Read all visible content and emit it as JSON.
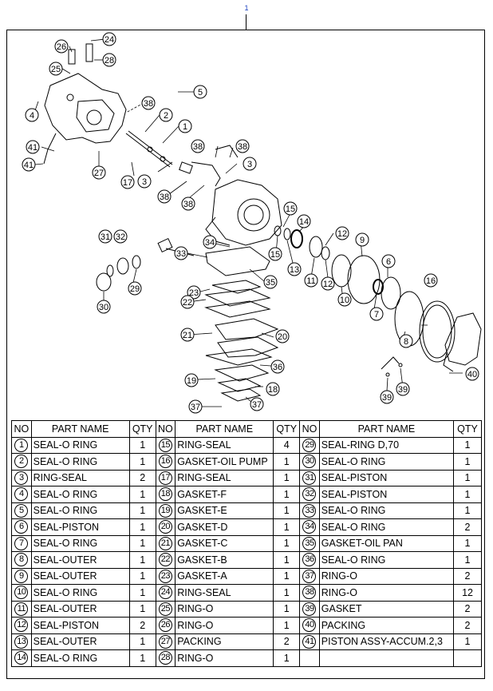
{
  "page_number": "1",
  "diagram": {
    "callouts": [
      "24",
      "26",
      "28",
      "25",
      "5",
      "4",
      "38",
      "2",
      "1",
      "41",
      "41",
      "27",
      "17",
      "3",
      "38",
      "38",
      "38",
      "3",
      "38",
      "15",
      "14",
      "12",
      "31",
      "32",
      "34",
      "33",
      "15",
      "13",
      "11",
      "12",
      "9",
      "6",
      "29",
      "35",
      "10",
      "7",
      "16",
      "30",
      "23",
      "22",
      "21",
      "20",
      "8",
      "36",
      "19",
      "18",
      "40",
      "39",
      "39",
      "37",
      "37"
    ]
  },
  "table": {
    "headers": {
      "no": "NO",
      "part_name": "PART NAME",
      "qty": "QTY"
    },
    "rows": [
      [
        {
          "no": "1",
          "name": "SEAL-O RING",
          "qty": "1"
        },
        {
          "no": "15",
          "name": "RING-SEAL",
          "qty": "4"
        },
        {
          "no": "29",
          "name": "SEAL-RING D,70",
          "qty": "1"
        }
      ],
      [
        {
          "no": "2",
          "name": "SEAL-O RING",
          "qty": "1"
        },
        {
          "no": "16",
          "name": "GASKET-OIL PUMP",
          "qty": "1"
        },
        {
          "no": "30",
          "name": "SEAL-O RING",
          "qty": "1"
        }
      ],
      [
        {
          "no": "3",
          "name": "RING-SEAL",
          "qty": "2"
        },
        {
          "no": "17",
          "name": "RING-SEAL",
          "qty": "1"
        },
        {
          "no": "31",
          "name": "SEAL-PISTON",
          "qty": "1"
        }
      ],
      [
        {
          "no": "4",
          "name": "SEAL-O RING",
          "qty": "1"
        },
        {
          "no": "18",
          "name": "GASKET-F",
          "qty": "1"
        },
        {
          "no": "32",
          "name": "SEAL-PISTON",
          "qty": "1"
        }
      ],
      [
        {
          "no": "5",
          "name": "SEAL-O RING",
          "qty": "1"
        },
        {
          "no": "19",
          "name": "GASKET-E",
          "qty": "1"
        },
        {
          "no": "33",
          "name": "SEAL-O RING",
          "qty": "1"
        }
      ],
      [
        {
          "no": "6",
          "name": "SEAL-PISTON",
          "qty": "1"
        },
        {
          "no": "20",
          "name": "GASKET-D",
          "qty": "1"
        },
        {
          "no": "34",
          "name": "SEAL-O RING",
          "qty": "2"
        }
      ],
      [
        {
          "no": "7",
          "name": "SEAL-O RING",
          "qty": "1"
        },
        {
          "no": "21",
          "name": "GASKET-C",
          "qty": "1"
        },
        {
          "no": "35",
          "name": "GASKET-OIL PAN",
          "qty": "1"
        }
      ],
      [
        {
          "no": "8",
          "name": "SEAL-OUTER",
          "qty": "1"
        },
        {
          "no": "22",
          "name": "GASKET-B",
          "qty": "1"
        },
        {
          "no": "36",
          "name": "SEAL-O RING",
          "qty": "1"
        }
      ],
      [
        {
          "no": "9",
          "name": "SEAL-OUTER",
          "qty": "1"
        },
        {
          "no": "23",
          "name": "GASKET-A",
          "qty": "1"
        },
        {
          "no": "37",
          "name": "RING-O",
          "qty": "2"
        }
      ],
      [
        {
          "no": "10",
          "name": "SEAL-O RING",
          "qty": "1"
        },
        {
          "no": "24",
          "name": "RING-SEAL",
          "qty": "1"
        },
        {
          "no": "38",
          "name": "RING-O",
          "qty": "12"
        }
      ],
      [
        {
          "no": "11",
          "name": "SEAL-OUTER",
          "qty": "1"
        },
        {
          "no": "25",
          "name": "RING-O",
          "qty": "1"
        },
        {
          "no": "39",
          "name": "GASKET",
          "qty": "2"
        }
      ],
      [
        {
          "no": "12",
          "name": "SEAL-PISTON",
          "qty": "2"
        },
        {
          "no": "26",
          "name": "RING-O",
          "qty": "1"
        },
        {
          "no": "40",
          "name": "PACKING",
          "qty": "2"
        }
      ],
      [
        {
          "no": "13",
          "name": "SEAL-OUTER",
          "qty": "1"
        },
        {
          "no": "27",
          "name": "PACKING",
          "qty": "2"
        },
        {
          "no": "41",
          "name": "PISTON ASSY-ACCUM.2,3",
          "qty": "1"
        }
      ],
      [
        {
          "no": "14",
          "name": "SEAL-O RING",
          "qty": "1"
        },
        {
          "no": "28",
          "name": "RING-O",
          "qty": "1"
        },
        {
          "no": "",
          "name": "",
          "qty": ""
        }
      ]
    ]
  }
}
